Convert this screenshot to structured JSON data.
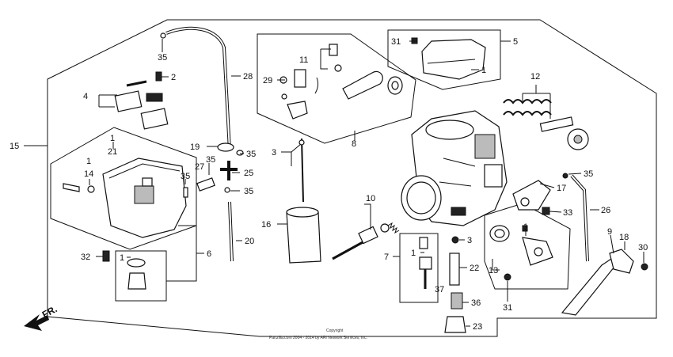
{
  "callouts": {
    "c35a": "35",
    "c2": "2",
    "c4": "4",
    "c28": "28",
    "c29": "29",
    "c11": "11",
    "c31a": "31",
    "c5": "5",
    "c1a": "1",
    "c12": "12",
    "c8": "8",
    "c15": "15",
    "c1b": "1",
    "c21": "21",
    "c14": "14",
    "c35b": "35",
    "c27": "27",
    "c35c": "35",
    "c25": "25",
    "c35d": "35",
    "c19": "19",
    "c35e": "35",
    "c3a": "3",
    "c20": "20",
    "c16": "16",
    "c10": "10",
    "c7": "7",
    "c1c": "1",
    "c3b": "3",
    "c22": "22",
    "c37": "37",
    "c36": "36",
    "c23": "23",
    "c32": "32",
    "c1d": "1",
    "c6": "6",
    "c17": "17",
    "c35f": "35",
    "c26": "26",
    "c33": "33",
    "c1e": "1",
    "c13": "13",
    "c31b": "31",
    "c9": "9",
    "c18": "18",
    "c30": "30"
  },
  "direction": "FR.",
  "copyright": {
    "line1": "Copyright",
    "line2": "Partzilla.com 2004 - 2014 by ARI Network Services, Inc."
  }
}
